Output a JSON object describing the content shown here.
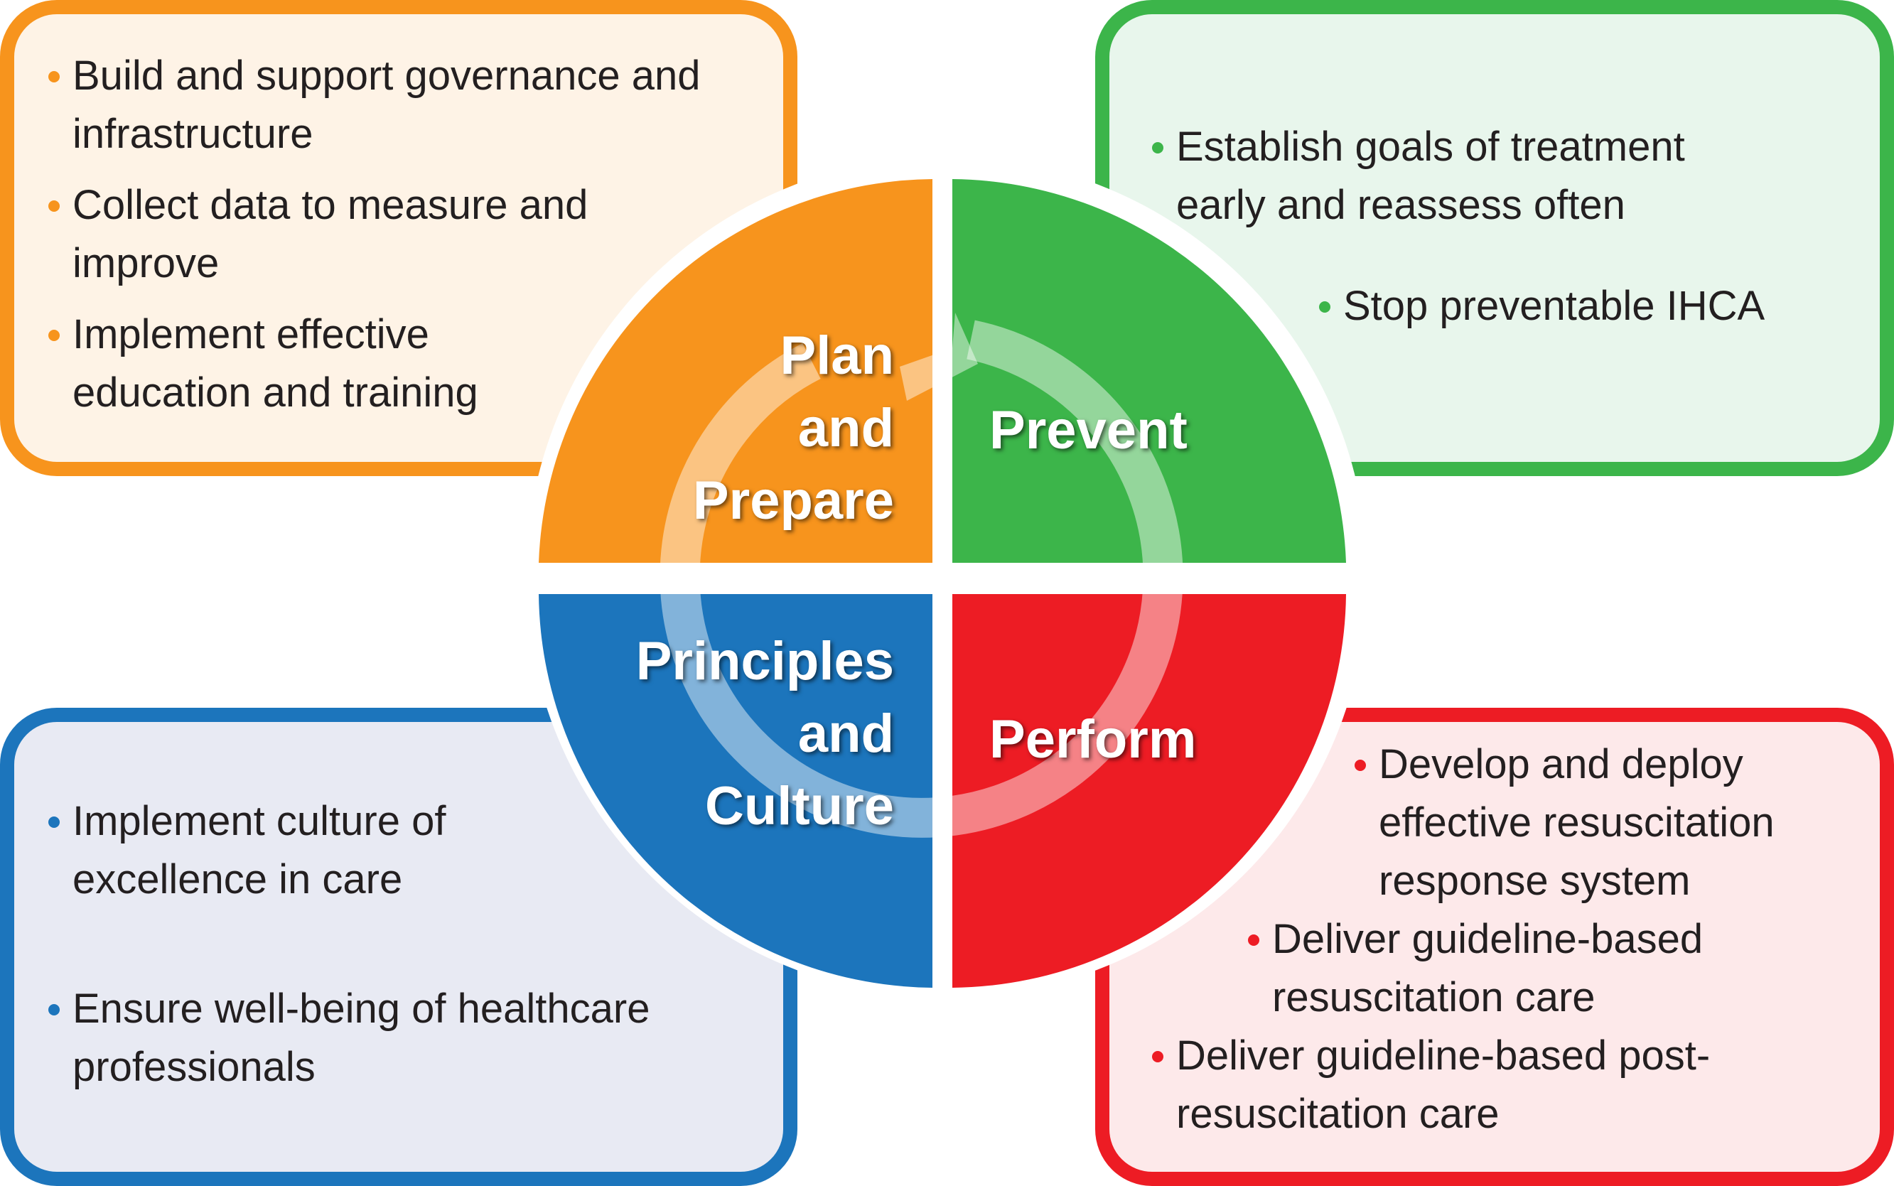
{
  "colors": {
    "orange": "#f7941d",
    "green": "#3cb54a",
    "blue": "#1c75bc",
    "red": "#ed1c24",
    "orange_bg": "#fef3e6",
    "green_bg": "#e8f6ec",
    "blue_bg": "#e8eaf3",
    "red_bg": "#fde9ea"
  },
  "quadrants": {
    "plan": {
      "label_lines": [
        "Plan",
        "and",
        "Prepare"
      ]
    },
    "prevent": {
      "label_lines": [
        "Prevent"
      ]
    },
    "principles": {
      "label_lines": [
        "Principles",
        "and",
        "Culture"
      ]
    },
    "perform": {
      "label_lines": [
        "Perform"
      ]
    }
  },
  "panels": {
    "plan": {
      "items": [
        "Build and support governance and infrastructure",
        "Collect data to measure and improve",
        "Implement effective education and training"
      ]
    },
    "prevent": {
      "items": [
        "Establish goals of treatment early and reassess often",
        "Stop preventable IHCA"
      ]
    },
    "principles": {
      "items": [
        "Implement culture of excellence in care",
        "Ensure well-being of healthcare professionals"
      ]
    },
    "perform": {
      "items": [
        "Develop and deploy effective resuscitation response system",
        "Deliver guideline-based resuscitation care",
        "Deliver guideline-based post-resuscitation care"
      ]
    }
  }
}
